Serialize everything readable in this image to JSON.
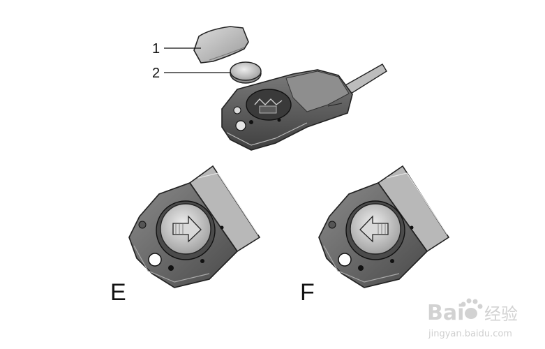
{
  "callouts": [
    {
      "id": "1",
      "label": "1"
    },
    {
      "id": "2",
      "label": "2"
    }
  ],
  "panels": [
    {
      "id": "E",
      "label": "E",
      "arrow_direction": "right"
    },
    {
      "id": "F",
      "label": "F",
      "arrow_direction": "left"
    }
  ],
  "watermark": {
    "brand": "Bai",
    "brand_suffix": "经验",
    "url": "jingyan.baidu.com"
  },
  "colors": {
    "ink": "#111111",
    "dark_gray": "#6b6b6b",
    "mid_gray": "#9a9a9a",
    "light_gray": "#c9c9c9",
    "watermark": "#d0d0d0"
  }
}
